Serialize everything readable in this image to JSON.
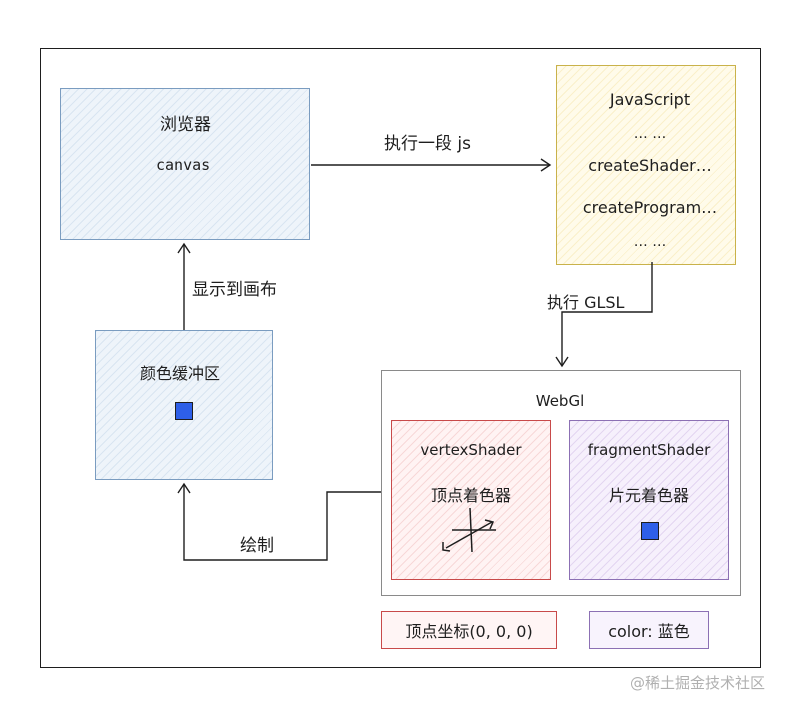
{
  "browser": {
    "title": "浏览器",
    "canvas_label": "canvas"
  },
  "javascript": {
    "title": "JavaScript",
    "lines": [
      "… …",
      "createShader…",
      "createProgram…",
      "… …"
    ]
  },
  "color_buffer": {
    "title": "颜色缓冲区"
  },
  "webgl": {
    "title": "WebGl"
  },
  "vertex_shader": {
    "title": "vertexShader",
    "subtitle": "顶点着色器"
  },
  "fragment_shader": {
    "title": "fragmentShader",
    "subtitle": "片元着色器"
  },
  "arrows": {
    "exec_js": "执行一段 js",
    "exec_glsl": "执行 GLSL",
    "display": "显示到画布",
    "draw": "绘制"
  },
  "legend": {
    "vertex_coords": "顶点坐标(0, 0, 0)",
    "color": "color: 蓝色"
  },
  "watermark": "@稀土掘金技术社区",
  "colors": {
    "blue_square": "#2e5fe8",
    "browser_border": "#7a9cc0",
    "js_border": "#c9b24a",
    "vertex_border": "#c84a4a",
    "fragment_border": "#8c70b4"
  }
}
